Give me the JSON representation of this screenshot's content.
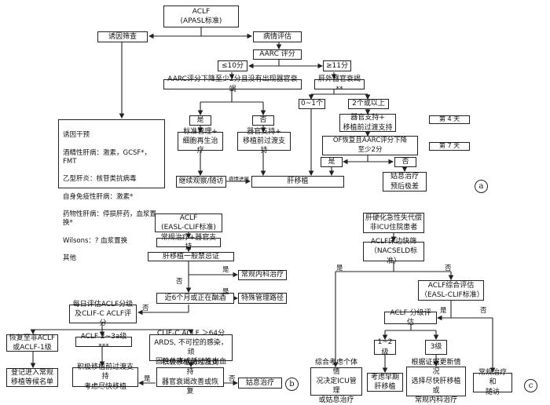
{
  "panel_a": {
    "label": "a",
    "aclf": "ACLF\n(APASL标准)",
    "trigger_screen": "诱因筛查",
    "condition_eval": "病情评估",
    "aarc_score": "AARC 评分",
    "le10": "≤10分",
    "ge11": "≥11分",
    "aarc_drop": "AARC评分下降至少2分且没有出现器官衰竭",
    "extrahepatic_failure": "肝外器官衰竭**",
    "zero_one": "0~1个",
    "two_more": "2个或以上",
    "organ_support_bridge": "器官支持+\n移植前过渡支持",
    "of_recovery": "OF恢复且AARC评分下降\n至少2分",
    "yes": "是",
    "no": "否",
    "yes2": "是",
    "no2": "否",
    "standard_mgmt": "标准管理+\n细胞再生治疗",
    "organ_support2": "器官支持+\n移植前过渡支持",
    "continue_obs": "继续观察/随访",
    "progression": "病情进展",
    "liver_tx": "肝移植",
    "palliative": "姑息治疗\n预后极差",
    "day4": "第 4 天",
    "day7": "第 7 天",
    "trigger_intervention": {
      "title": "诱因干预",
      "items": [
        "酒精性肝病：激素，GCSF*，FMT",
        "乙型肝炎：核苷类抗病毒",
        "自身免疫性肝病：激素*",
        "药物性肝病：停损肝药，血浆置换*",
        "Wilsons：? 血浆置换",
        "其他"
      ]
    }
  },
  "panel_b": {
    "label": "b",
    "aclf": "ACLF\n(EASL-CLIF标准)",
    "routine_support": "常规治疗+器官支持",
    "contraindication": "肝移植一般禁忌证",
    "yes1": "是",
    "no1": "否",
    "routine_medical": "常规内科治疗",
    "alcohol": "近6个月或正在酗酒",
    "yes2": "是",
    "special_path": "特殊管理路径",
    "no2": "否",
    "daily_eval": "每日评估ACLF分级\n及CLIF-C ACLF评分",
    "recover": "恢复至非ACLF\n或ACLF-1级",
    "grade23": "ACLF 2~3a级***",
    "clifc": "CLIF-C ACLF ＞64分\nARDS, 不可控的感染，顽\n固性休克或活动性出血",
    "register": "登记进入常规\n移植等候名单",
    "active_bridge": "积极移植前过渡支持\n考虑尽快移植",
    "yes3": "是",
    "active_bridge2": "积极移植前过渡支持\n器官衰竭改善或恢复",
    "no3": "否",
    "palliative": "姑息治疗"
  },
  "panel_c": {
    "label": "c",
    "start": "肝硬化急性失代偿\n非ICU住院患者",
    "bedside": "ACLF床边快筛\n（NACSELD标准）",
    "yes1": "是",
    "no1": "否",
    "comprehensive": "ACLF综合评估\n（EASL-CLIF标准）",
    "yes2": "是",
    "no2": "否",
    "grading": "ACLF 分级评估",
    "g12": "1~2级",
    "g3": "3级",
    "icu_decision": "综合考虑个体情\n况决定ICU管理\n或姑息治疗",
    "early_tx": "考虑早期\n肝移植",
    "evidence": "根据证据更新情况\n选择尽快肝移植或\n常规内科治疗",
    "routine_followup": "常规治疗和\n随访"
  }
}
